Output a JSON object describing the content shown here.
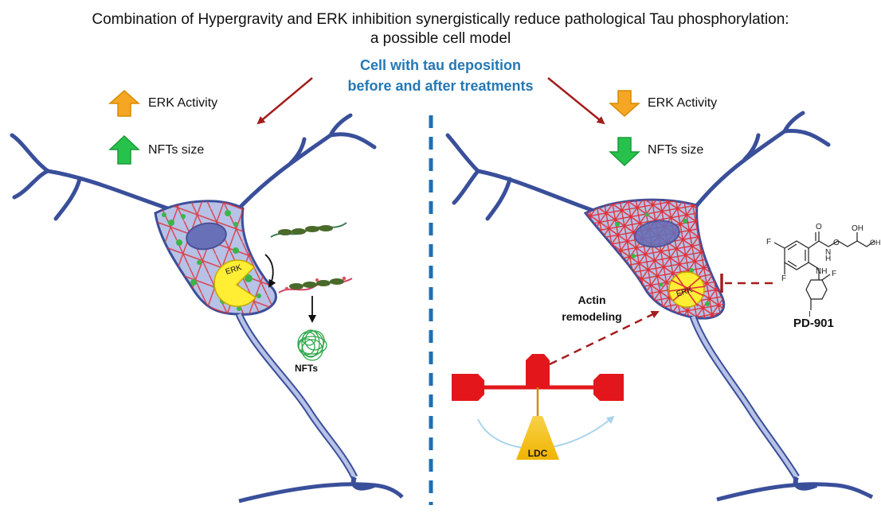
{
  "title": {
    "line1": "Combination of Hypergravity and ERK inhibition synergistically reduce pathological Tau phosphorylation:",
    "line2": "a possible cell model"
  },
  "subtitle": {
    "line1": "Cell with tau deposition",
    "line2": "before and after treatments"
  },
  "left_panel": {
    "erk_activity_label": "ERK Activity",
    "nfts_size_label": "NFTs size",
    "erk_enzyme_label": "ERK",
    "nfts_label": "NFTs"
  },
  "right_panel": {
    "erk_activity_label": "ERK Activity",
    "nfts_size_label": "NFTs size",
    "erk_enzyme_label": "ERK",
    "actin_label": "Actin remodeling",
    "ldc_label": "LDC",
    "drug_label": "PD-901",
    "molecule_atoms": {
      "f1": "F",
      "f2": "F",
      "f3": "F",
      "o1": "O",
      "o2": "O",
      "n": "N",
      "h": "H",
      "nh": "NH",
      "oh1": "OH",
      "oh2": "OH",
      "i": "I"
    }
  },
  "colors": {
    "up_arrow": "#f5a623",
    "nfts_arrow": "#27c24c",
    "neuron_outline": "#3a4f9a",
    "neuron_fill": "#b7c2e6",
    "actin": "#e0303a",
    "nucleus": "#6870b8",
    "erk": "#ffee33",
    "subtitle": "#2478b5",
    "red_arrow": "#a51c1c",
    "ldc_red": "#e3171b",
    "ldc_cone": "#f5c21b"
  }
}
